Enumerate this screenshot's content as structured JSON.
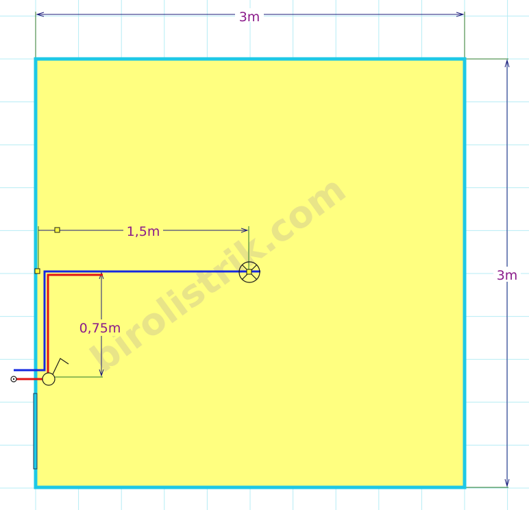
{
  "colors": {
    "background": "#ffffff",
    "grid": "#b4ecf4",
    "room_fill": "#ffff80",
    "wall": "#1ec8e6",
    "dimension_line": "#1a1a7a",
    "extension_line": "#2a7a2a",
    "dimension_text": "#8a1a8a",
    "wire_neutral": "#1428e0",
    "wire_live": "#e01414",
    "watermark": "#e4e08a"
  },
  "dimensions": {
    "top_width": "3m",
    "right_height": "3m",
    "light_offset": "1,5m",
    "switch_height": "0,75m"
  },
  "watermark": "birolistrik.com",
  "symbols": {
    "ceiling_light": "ceiling-light-icon",
    "switch": "switch-icon",
    "supply_point": "supply-point-icon",
    "door": "door-icon"
  }
}
